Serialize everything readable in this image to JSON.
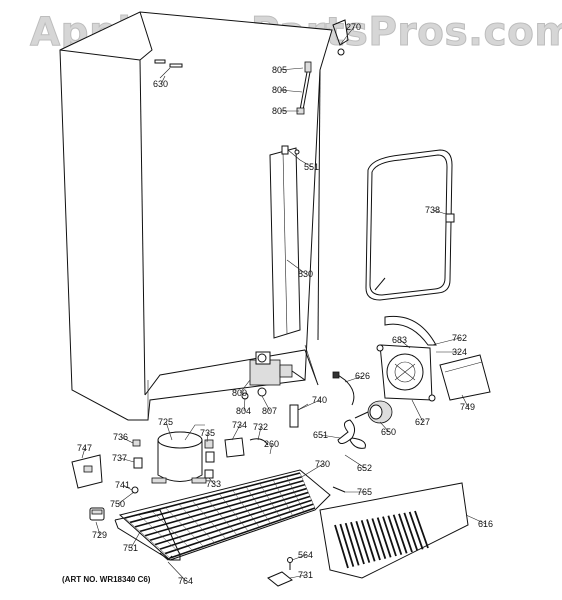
{
  "watermark": "AppliancePartsPros.com",
  "art_number": "(ART NO. WR18340 C6)",
  "callouts": [
    {
      "id": "c270",
      "text": "270"
    },
    {
      "id": "c805a",
      "text": "805"
    },
    {
      "id": "c806",
      "text": "806"
    },
    {
      "id": "c805b",
      "text": "805"
    },
    {
      "id": "c630",
      "text": "630"
    },
    {
      "id": "c551",
      "text": "551"
    },
    {
      "id": "c738",
      "text": "738"
    },
    {
      "id": "c830",
      "text": "830"
    },
    {
      "id": "c762",
      "text": "762"
    },
    {
      "id": "c683",
      "text": "683"
    },
    {
      "id": "c324",
      "text": "324"
    },
    {
      "id": "c626",
      "text": "626"
    },
    {
      "id": "c800",
      "text": "800"
    },
    {
      "id": "c740",
      "text": "740"
    },
    {
      "id": "c804",
      "text": "804"
    },
    {
      "id": "c807",
      "text": "807"
    },
    {
      "id": "c749",
      "text": "749"
    },
    {
      "id": "c627",
      "text": "627"
    },
    {
      "id": "c725",
      "text": "725"
    },
    {
      "id": "c735",
      "text": "735"
    },
    {
      "id": "c734",
      "text": "734"
    },
    {
      "id": "c732",
      "text": "732"
    },
    {
      "id": "c651",
      "text": "651"
    },
    {
      "id": "c650",
      "text": "650"
    },
    {
      "id": "c736",
      "text": "736"
    },
    {
      "id": "c747",
      "text": "747"
    },
    {
      "id": "c260",
      "text": "260"
    },
    {
      "id": "c737",
      "text": "737"
    },
    {
      "id": "c730",
      "text": "730"
    },
    {
      "id": "c652",
      "text": "652"
    },
    {
      "id": "c741",
      "text": "741"
    },
    {
      "id": "c733",
      "text": "733"
    },
    {
      "id": "c765",
      "text": "765"
    },
    {
      "id": "c750",
      "text": "750"
    },
    {
      "id": "c616",
      "text": "616"
    },
    {
      "id": "c729",
      "text": "729"
    },
    {
      "id": "c751",
      "text": "751"
    },
    {
      "id": "c564",
      "text": "564"
    },
    {
      "id": "c764",
      "text": "764"
    },
    {
      "id": "c731",
      "text": "731"
    }
  ]
}
